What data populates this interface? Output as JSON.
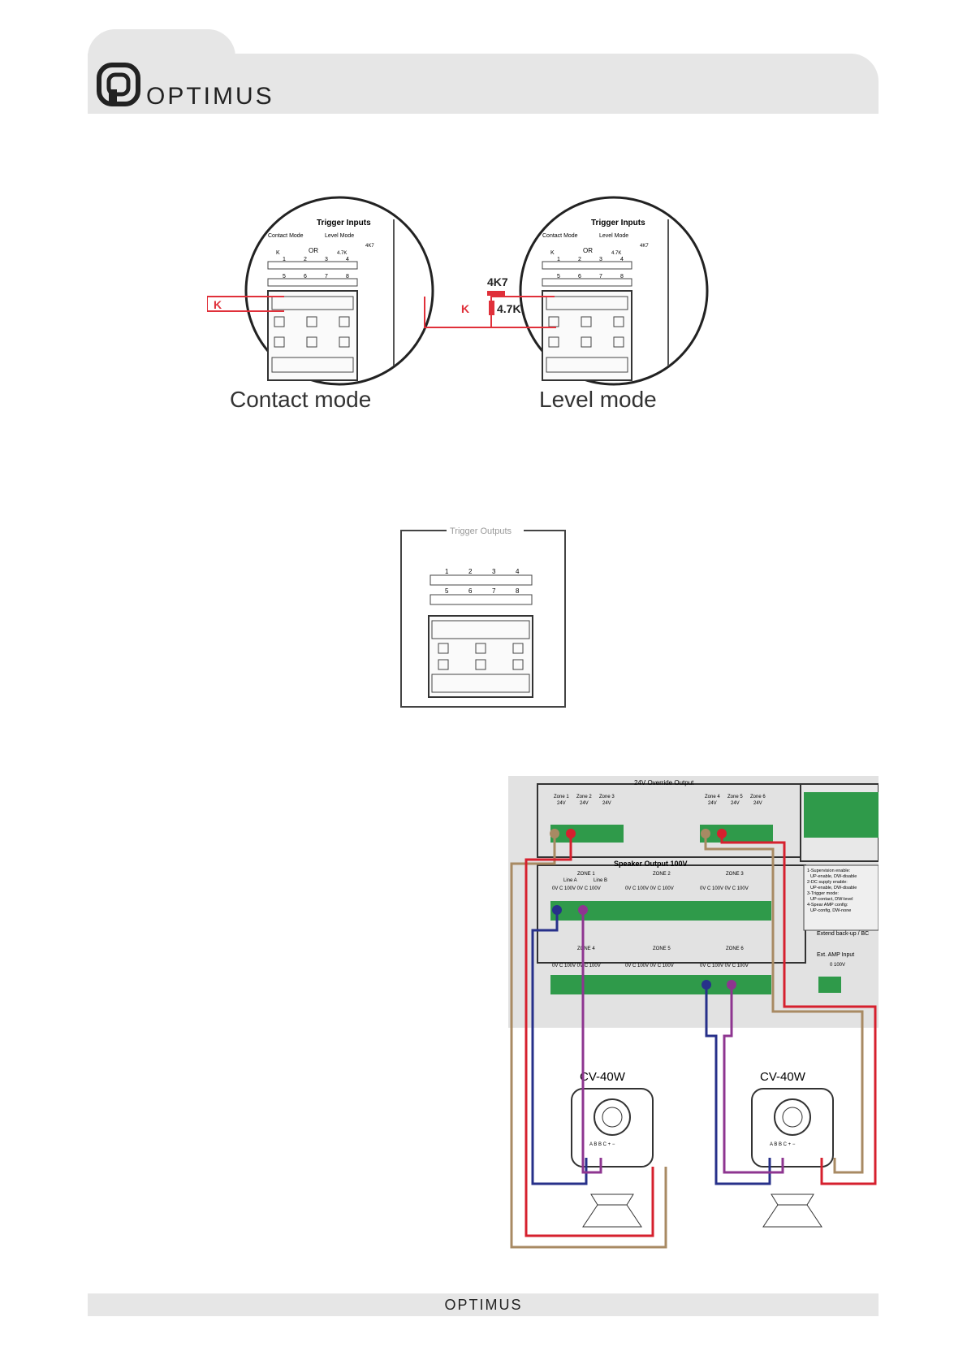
{
  "header": {
    "brand": "OPTIMUS"
  },
  "footer": {
    "brand": "OPTIMUS"
  },
  "trigger_inputs": {
    "title": "Trigger Inputs",
    "contact_mode_label": "Contact Mode",
    "level_mode_label": "Level Mode",
    "or_label": "OR",
    "k_label": "K",
    "resistor_small": "4K7",
    "resistor_value": "4.7K",
    "numbers_top": [
      "1",
      "2",
      "3",
      "4"
    ],
    "numbers_bottom": [
      "5",
      "6",
      "7",
      "8"
    ],
    "left_caption": "Contact mode",
    "right_caption": "Level mode",
    "ext_k": "K",
    "ext_4k7": "4K7",
    "ext_4_7k": "4.7K"
  },
  "trigger_outputs": {
    "title": "Trigger Outputs",
    "numbers_top": [
      "1",
      "2",
      "3",
      "4"
    ],
    "numbers_bottom": [
      "5",
      "6",
      "7",
      "8"
    ]
  },
  "wiring": {
    "override_title": "24V Override Output",
    "zones_override_left": [
      {
        "name": "Zone 1",
        "v": "24V"
      },
      {
        "name": "Zone 2",
        "v": "24V"
      },
      {
        "name": "Zone 3",
        "v": "24V"
      }
    ],
    "zones_override_right": [
      {
        "name": "Zone 4",
        "v": "24V"
      },
      {
        "name": "Zone 5",
        "v": "24V"
      },
      {
        "name": "Zone 6",
        "v": "24V"
      }
    ],
    "speaker_title": "Speaker Output 100V",
    "zones_top": [
      "ZONE 1",
      "ZONE 2",
      "ZONE 3"
    ],
    "zones_bottom": [
      "ZONE 4",
      "ZONE 5",
      "ZONE 6"
    ],
    "line_a": "Line A",
    "line_b": "Line B",
    "terminal_labels": "0V  C 100V  0V  C 100V",
    "dip_notes": [
      "1-Supervision enable:",
      "UP-enable, DW-disable",
      "2-DC supply enable:",
      "UP-enable, DW-disable",
      "3-Trigger mode:",
      "UP-contact, DW-level",
      "4-Spear AMP config:",
      "UP-config, DW-none"
    ],
    "extend_label": "Extend back-up / BC",
    "ext_amp_label": "Ext. AMP Input",
    "ext_amp_terms": "0  100V",
    "speaker_model": "CV-40W",
    "speaker_terms": "A B B C + −",
    "colors": {
      "red": "#d6202e",
      "tan": "#a88a63",
      "blue": "#27308a",
      "purple": "#8e3590",
      "green": "#2f9a4a"
    }
  }
}
